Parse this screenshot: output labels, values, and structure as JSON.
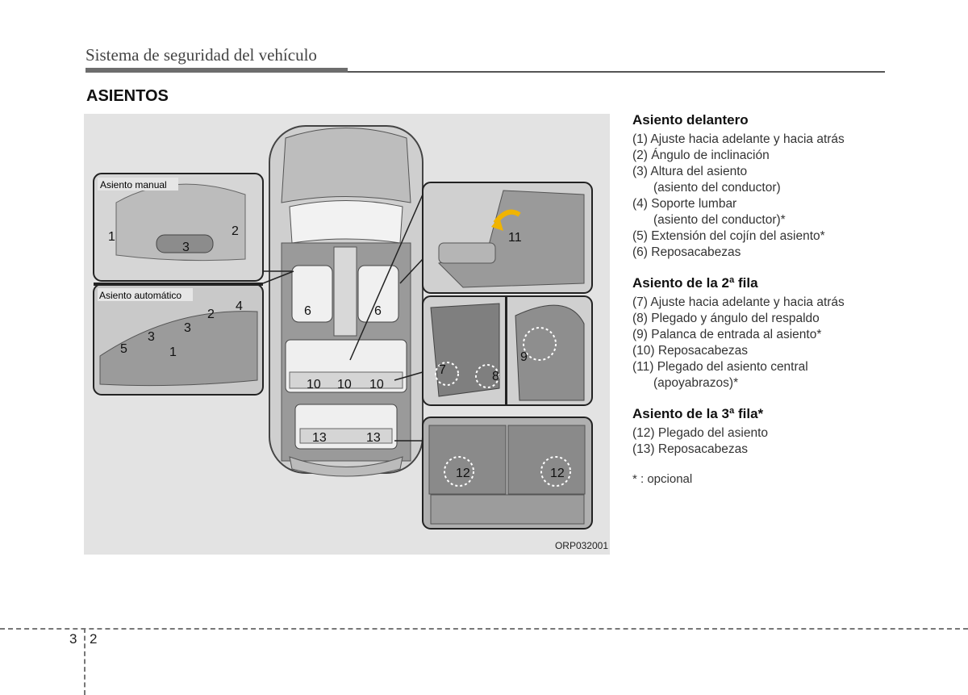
{
  "header": {
    "chapter_title": "Sistema de seguridad del vehículo"
  },
  "section_title": "ASIENTOS",
  "figure": {
    "code": "ORP032001",
    "inset_manual_label": "Asiento manual",
    "inset_auto_label": "Asiento automático",
    "callouts": [
      "1",
      "2",
      "3",
      "4",
      "5",
      "6",
      "7",
      "8",
      "9",
      "10",
      "11",
      "12",
      "13"
    ]
  },
  "front": {
    "heading": "Asiento delantero",
    "items": [
      "(1) Ajuste hacia adelante y hacia atrás",
      "(2) Ángulo de inclinación",
      "(3) Altura del asiento",
      "(asiento del conductor)",
      "(4) Soporte lumbar",
      "(asiento del conductor)*",
      "(5) Extensión del cojín del asiento*",
      "(6) Reposacabezas"
    ]
  },
  "second": {
    "heading": "Asiento de la 2ª fila",
    "items": [
      "(7) Ajuste hacia adelante y hacia atrás",
      "(8) Plegado y ángulo del respaldo",
      "(9) Palanca de entrada al asiento*",
      "(10) Reposacabezas",
      "(11) Plegado del asiento central",
      "(apoyabrazos)*"
    ]
  },
  "third": {
    "heading": "Asiento de la 3ª fila*",
    "items": [
      "(12) Plegado  del  asiento",
      "(13) Reposacabezas"
    ]
  },
  "footnote": "* : opcional",
  "footer": {
    "chapter": "3",
    "page": "2"
  }
}
